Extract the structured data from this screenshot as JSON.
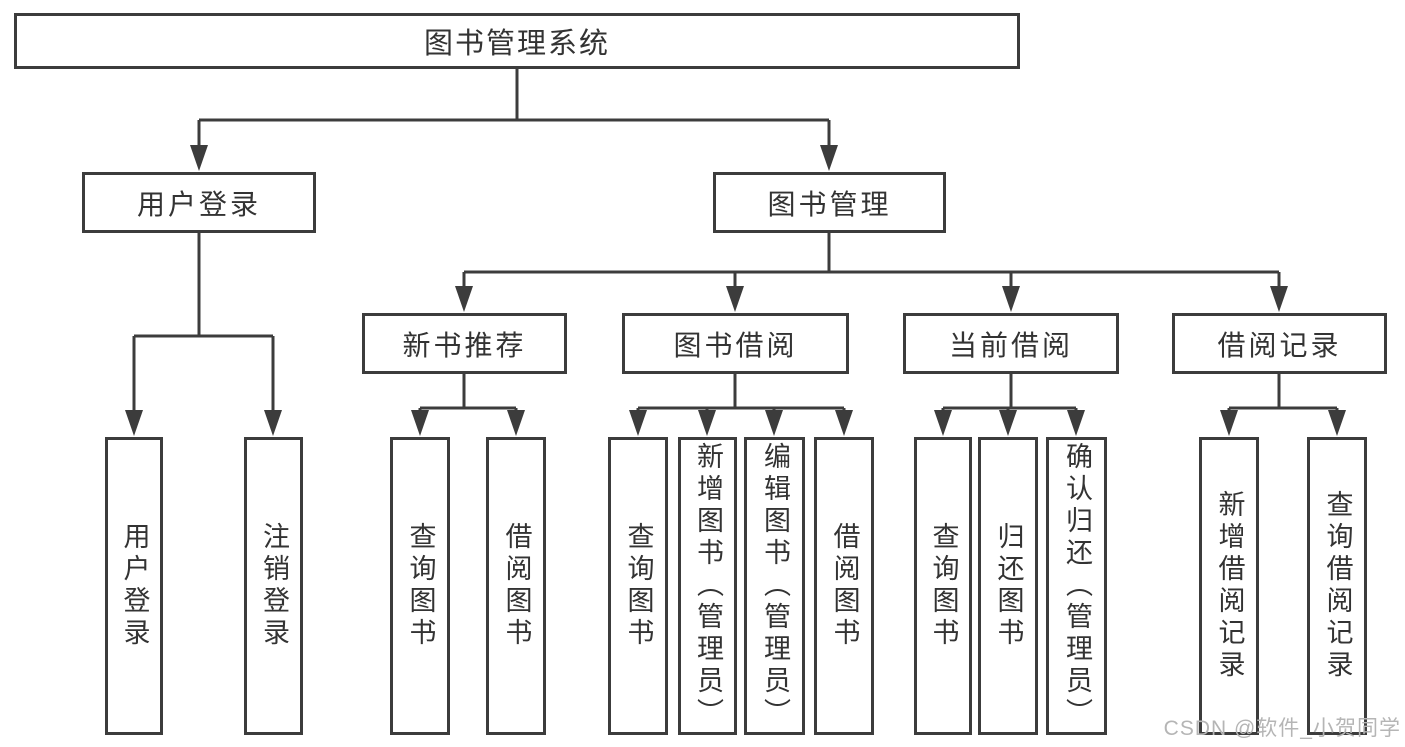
{
  "diagram": {
    "colors": {
      "line": "#3c3c3c",
      "text": "#333333",
      "background": "#ffffff",
      "watermark": "#b5b5b5"
    },
    "tree": {
      "label": "图书管理系统",
      "children": [
        {
          "label": "用户登录",
          "children": [
            {
              "label": "用户登录"
            },
            {
              "label": "注销登录"
            }
          ]
        },
        {
          "label": "图书管理",
          "children": [
            {
              "label": "新书推荐",
              "children": [
                {
                  "label": "查询图书"
                },
                {
                  "label": "借阅图书"
                }
              ]
            },
            {
              "label": "图书借阅",
              "children": [
                {
                  "label": "查询图书"
                },
                {
                  "label": "新增图书（管理员）"
                },
                {
                  "label": "编辑图书（管理员）"
                },
                {
                  "label": "借阅图书"
                }
              ]
            },
            {
              "label": "当前借阅",
              "children": [
                {
                  "label": "查询图书"
                },
                {
                  "label": "归还图书"
                },
                {
                  "label": "确认归还（管理员）"
                }
              ]
            },
            {
              "label": "借阅记录",
              "children": [
                {
                  "label": "新增借阅记录"
                },
                {
                  "label": "查询借阅记录"
                }
              ]
            }
          ]
        }
      ]
    },
    "watermark": "CSDN @软件_小贺同学"
  }
}
